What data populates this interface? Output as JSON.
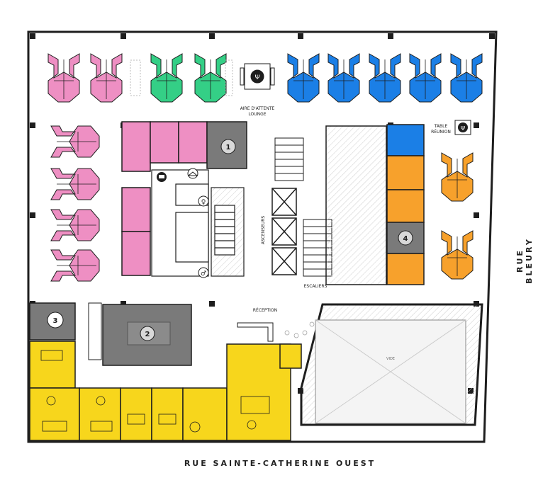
{
  "labels": {
    "lounge_fr": "AIRE D'ATTENTE",
    "lounge_en": "LOUNGE",
    "table_line1": "TABLE",
    "table_line2": "RÉUNION",
    "elevators": "ASCENSEURS",
    "stairs": "ESCALIERS",
    "reception": "RÉCEPTION",
    "void": "VIDE",
    "street_south": "RUE SAINTE-CATHERINE OUEST",
    "street_east": "RUE BLEURY"
  },
  "room_numbers": [
    "1",
    "2",
    "3",
    "4"
  ],
  "colors": {
    "pink": "#ee8fc3",
    "green": "#34cf86",
    "blue": "#1b7fe6",
    "orange": "#f7a12c",
    "yellow": "#f7d61c",
    "gray": "#7a7a7a",
    "wall": "#1e1e1e",
    "hatch": "#c8c8c8"
  },
  "icons": [
    "kitchen-icon",
    "coat-hanger-icon",
    "washroom-female-icon",
    "washroom-male-icon",
    "dining-icon",
    "dining-icon"
  ]
}
